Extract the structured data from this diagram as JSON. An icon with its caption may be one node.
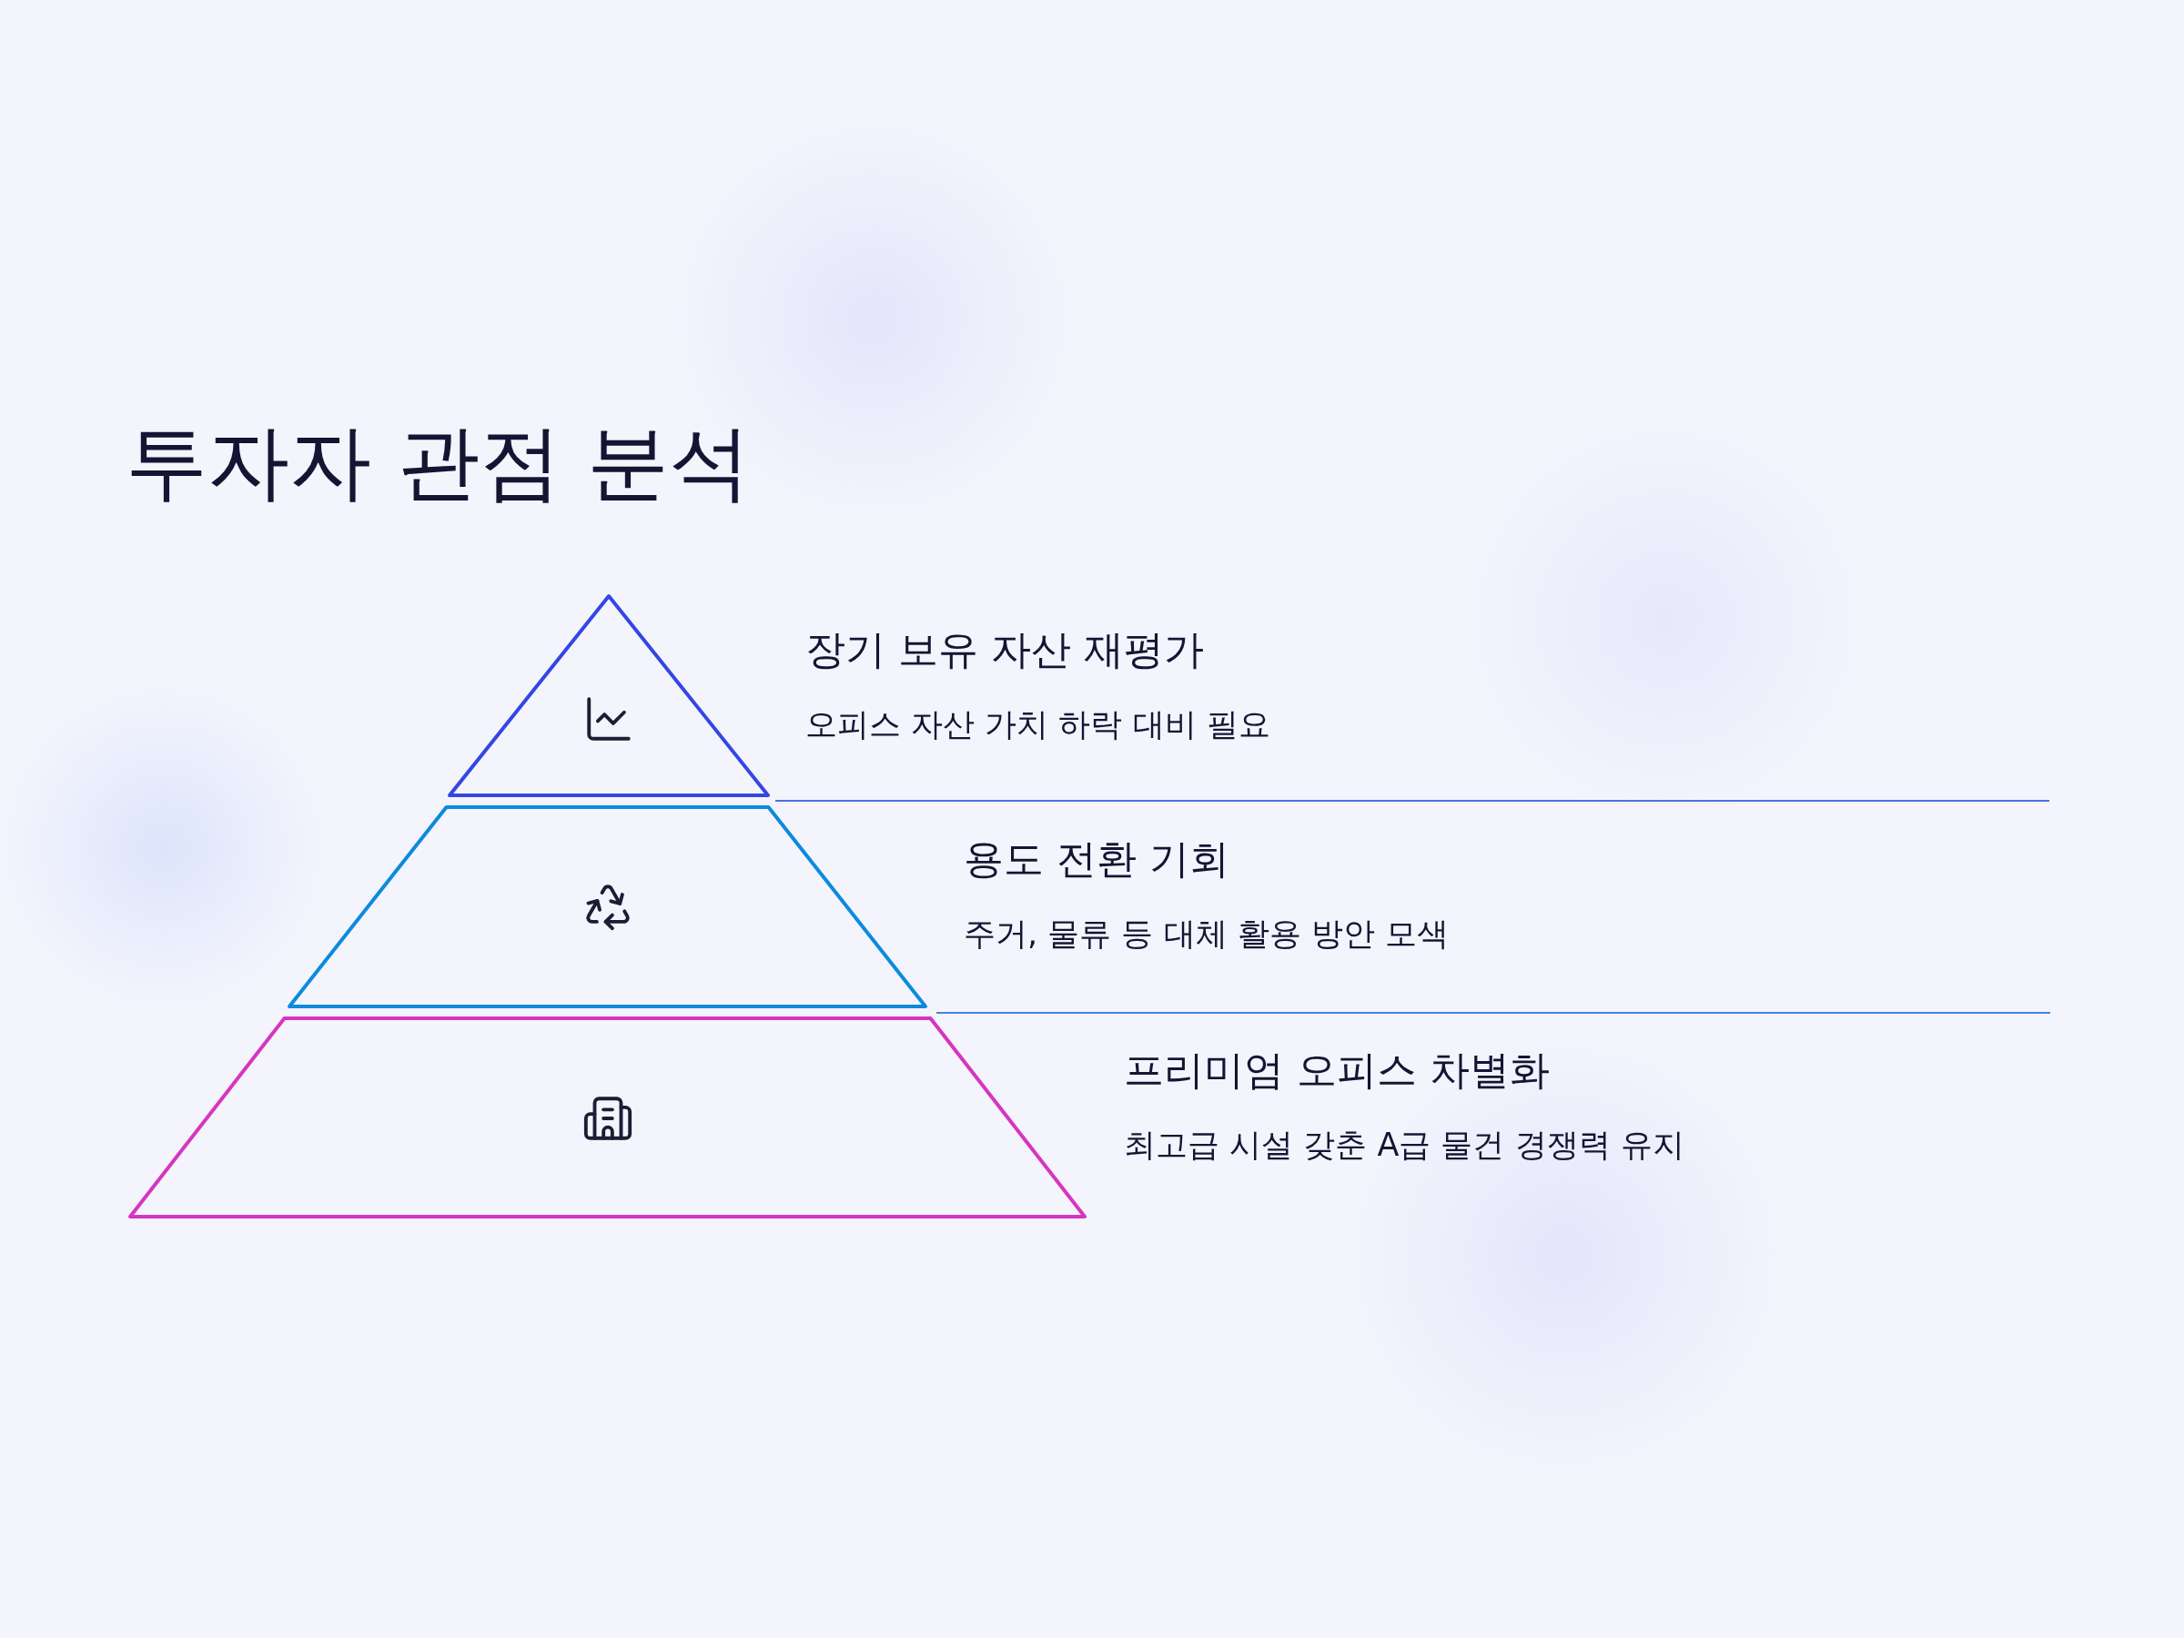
{
  "diagram": {
    "title": "투자자 관점 분석",
    "nodes": [
      {
        "text": [],
        "shape": "triangle",
        "beside": [
          "장기 보유 자산 재평가",
          "오피스 자산 가치 하락 대비 필요"
        ]
      },
      {
        "text": [],
        "shape": "trapezoid",
        "beside": [
          "용도 전환 기회",
          "주거, 물류 등 대체 활용 방안 모색"
        ]
      },
      {
        "text": [],
        "shape": "trapezoid",
        "beside": [
          "프리미엄 오피스 차별화",
          "최고급 시설 갖춘 A급 물건 경쟁력 유지"
        ]
      }
    ]
  }
}
